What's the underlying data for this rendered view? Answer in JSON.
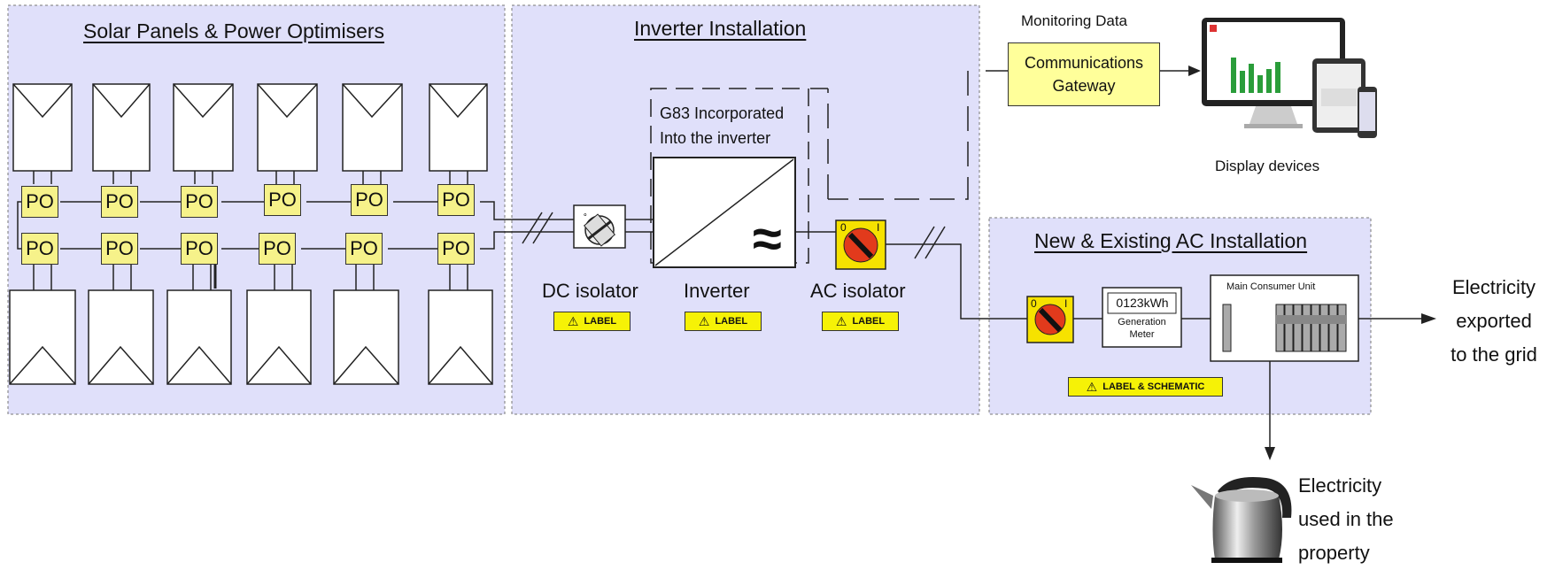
{
  "zones": {
    "solar": {
      "title": "Solar Panels & Power Optimisers"
    },
    "inverter": {
      "title": "Inverter Installation"
    },
    "ac": {
      "title": "New & Existing AC Installation"
    }
  },
  "optimiser_label": "PO",
  "g83_line1": "G83 Incorporated",
  "g83_line2": "Into the inverter",
  "components": {
    "dc_isolator": "DC isolator",
    "inverter": "Inverter",
    "ac_isolator": "AC isolator",
    "inverter_symbol": "≈",
    "isolator_off": "0",
    "isolator_on": "I"
  },
  "warning": {
    "label": "LABEL",
    "label_schematic": "LABEL & SCHEMATIC",
    "icon": "warning-triangle-icon"
  },
  "monitoring": {
    "title": "Monitoring Data",
    "gateway_line1": "Communications",
    "gateway_line2": "Gateway",
    "devices_caption": "Display devices"
  },
  "meter": {
    "reading": "0123kWh",
    "line1": "Generation",
    "line2": "Meter"
  },
  "consumer_unit": {
    "title": "Main Consumer Unit"
  },
  "outputs": {
    "grid_line1": "Electricity",
    "grid_line2": "exported",
    "grid_line3": "to the grid",
    "property_line1": "Electricity",
    "property_line2": "used in the",
    "property_line3": "property"
  },
  "colors": {
    "zone_fill": "#e0e0fa",
    "optimiser": "#f6f28a",
    "label_yellow": "#f6f206",
    "isolator_red": "#e23a1c",
    "isolator_yellow": "#f6e200"
  }
}
